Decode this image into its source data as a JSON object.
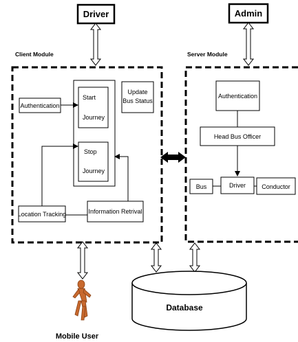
{
  "actors": {
    "driver": "Driver",
    "admin": "Admin",
    "mobile_user": "Mobile User",
    "database": "Database"
  },
  "modules": {
    "client": "Client Module",
    "server": "Server Module"
  },
  "client_boxes": {
    "authentication": "Authentication",
    "start_journey_1": "Start",
    "start_journey_2": "Journey",
    "stop_journey_1": "Stop",
    "stop_journey_2": "Journey",
    "update_1": "Update",
    "update_2": "Bus Status",
    "location_tracking": "Location Tracking",
    "information_retrieval": "Information Retrival"
  },
  "server_boxes": {
    "authentication": "Authentication",
    "head_bus_officer": "Head Bus Officer",
    "bus": "Bus",
    "driver": "Driver",
    "conductor": "Conductor"
  }
}
